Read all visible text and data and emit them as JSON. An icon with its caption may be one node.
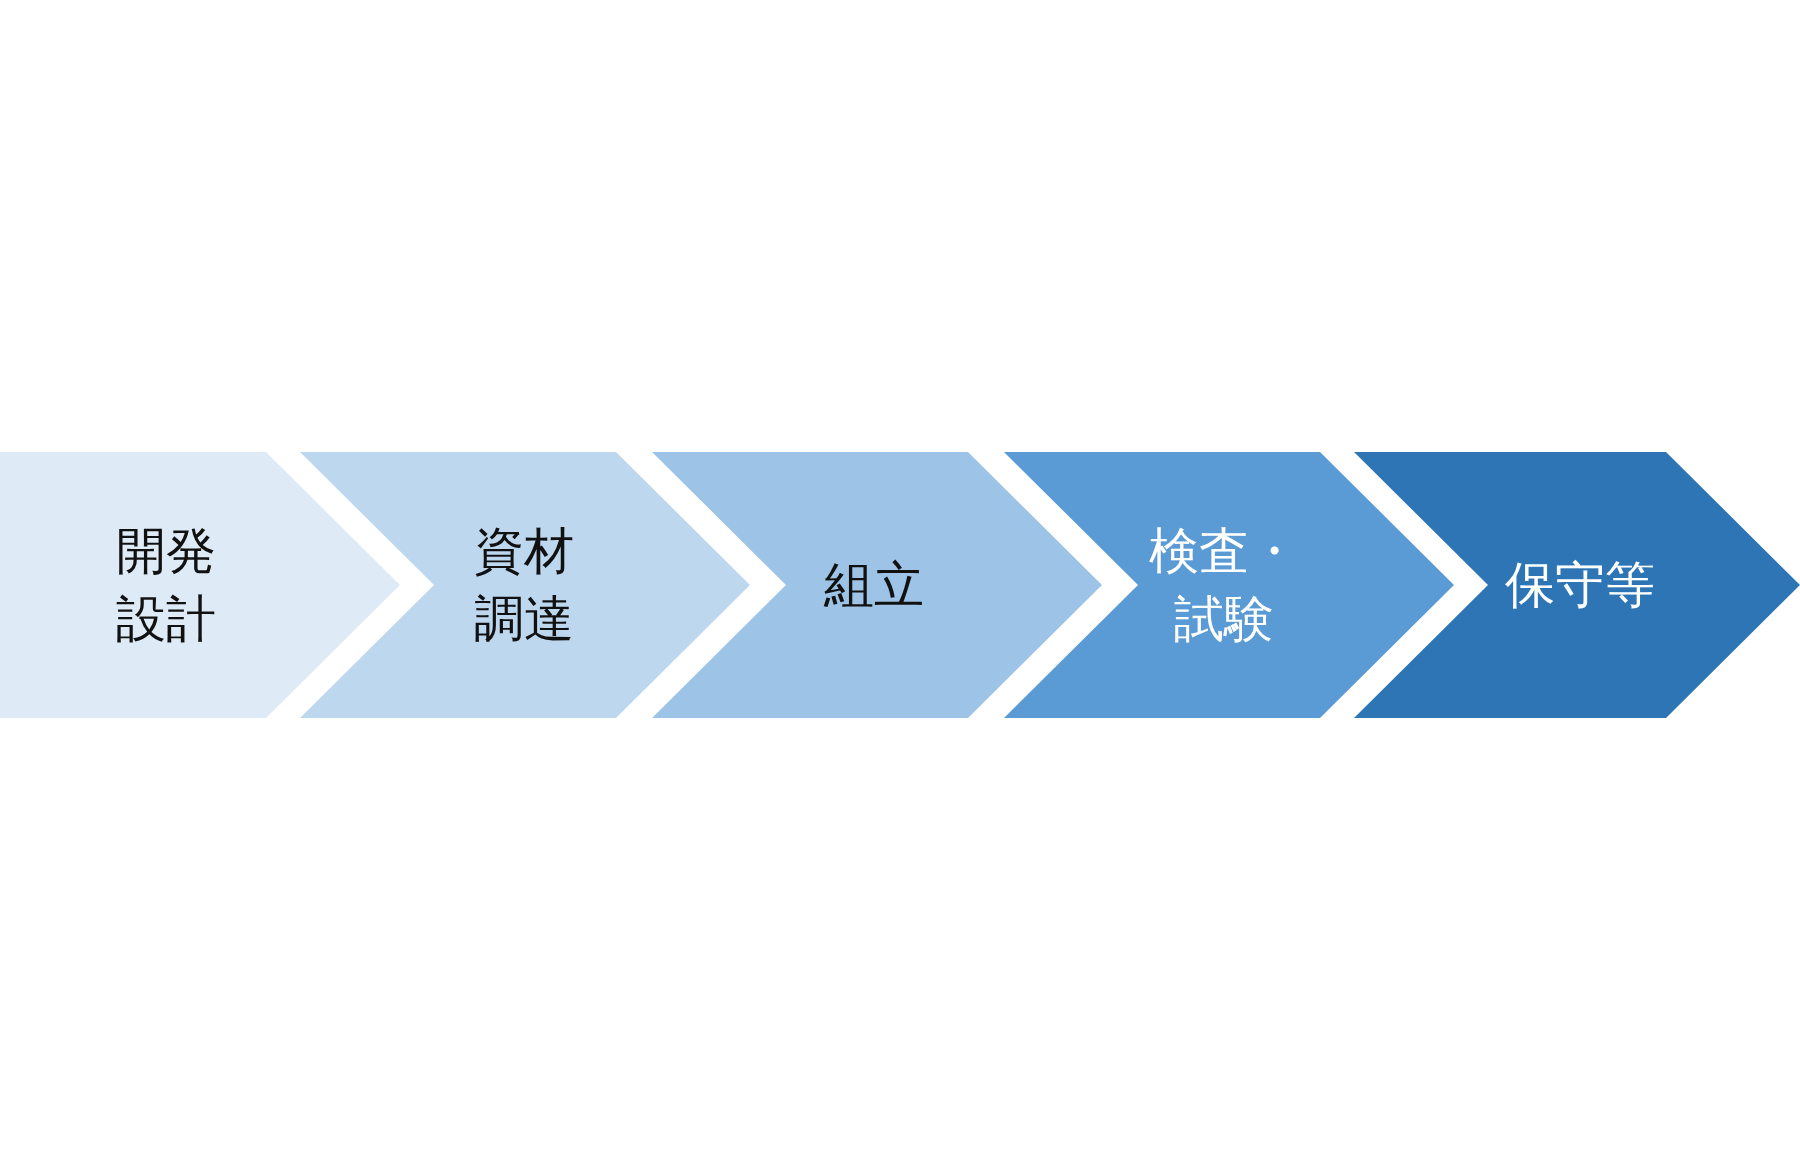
{
  "diagram": {
    "nodes": [
      {
        "text": [
          "開発設計"
        ]
      },
      {
        "text": [
          "資材調達"
        ]
      },
      {
        "text": [
          "組立"
        ]
      },
      {
        "text": [
          "検査・試験"
        ]
      },
      {
        "text": [
          "保守等"
        ]
      }
    ]
  }
}
